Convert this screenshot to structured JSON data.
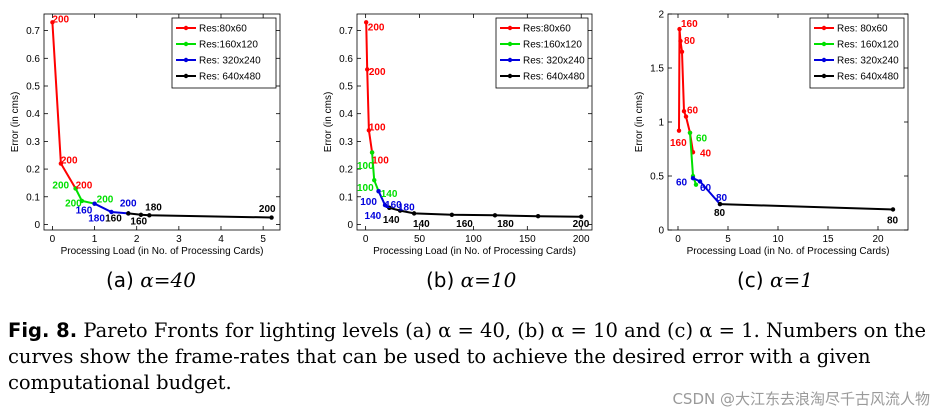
{
  "chart_data": [
    {
      "type": "line",
      "subcaption_label": "(a)",
      "subcaption_value": "α=40",
      "xlabel": "Processing Load (in No. of Processing Cards)",
      "ylabel": "Error (in cms)",
      "xlim": [
        -0.2,
        5.4
      ],
      "ylim": [
        -0.02,
        0.76
      ],
      "xticks": [
        "0",
        "1",
        "2",
        "3",
        "4",
        "5"
      ],
      "xtick_values": [
        0,
        1,
        2,
        3,
        4,
        5
      ],
      "yticks": [
        "0",
        "0.1",
        "0.2",
        "0.3",
        "0.4",
        "0.5",
        "0.6",
        "0.7"
      ],
      "ytick_values": [
        0,
        0.1,
        0.2,
        0.3,
        0.4,
        0.5,
        0.6,
        0.7
      ],
      "legend_position": "top-right",
      "series": [
        {
          "name": "Res:80x60",
          "color": "#ff0000",
          "x": [
            0.0,
            0.2,
            0.55
          ],
          "y": [
            0.73,
            0.22,
            0.13
          ]
        },
        {
          "name": "Res:160x120",
          "color": "#00e000",
          "x": [
            0.55,
            0.7,
            1.0
          ],
          "y": [
            0.13,
            0.085,
            0.075
          ]
        },
        {
          "name": "Res: 320x240",
          "color": "#0000dd",
          "x": [
            1.0,
            1.4,
            1.8
          ],
          "y": [
            0.075,
            0.045,
            0.04
          ]
        },
        {
          "name": "Res: 640x480",
          "color": "#000000",
          "x": [
            1.8,
            2.1,
            2.3,
            5.2
          ],
          "y": [
            0.04,
            0.035,
            0.033,
            0.025
          ]
        }
      ],
      "annotations": [
        {
          "text": "200",
          "x": 0.0,
          "y": 0.73,
          "color": "#ff0000"
        },
        {
          "text": "200",
          "x": 0.2,
          "y": 0.22,
          "color": "#ff0000"
        },
        {
          "text": "200",
          "x": 0.55,
          "y": 0.13,
          "color": "#ff0000"
        },
        {
          "text": "200",
          "x": 0.0,
          "y": 0.13,
          "color": "#00e000"
        },
        {
          "text": "200",
          "x": 0.3,
          "y": 0.065,
          "color": "#00e000"
        },
        {
          "text": "200",
          "x": 1.05,
          "y": 0.08,
          "color": "#00e000"
        },
        {
          "text": "160",
          "x": 0.55,
          "y": 0.04,
          "color": "#0000dd"
        },
        {
          "text": "180",
          "x": 0.85,
          "y": 0.01,
          "color": "#0000dd"
        },
        {
          "text": "200",
          "x": 1.6,
          "y": 0.065,
          "color": "#0000dd"
        },
        {
          "text": "160",
          "x": 1.25,
          "y": 0.01,
          "color": "#000000"
        },
        {
          "text": "160",
          "x": 1.85,
          "y": 0.0,
          "color": "#000000"
        },
        {
          "text": "180",
          "x": 2.2,
          "y": 0.05,
          "color": "#000000"
        },
        {
          "text": "200",
          "x": 4.9,
          "y": 0.045,
          "color": "#000000"
        }
      ]
    },
    {
      "type": "line",
      "subcaption_label": "(b)",
      "subcaption_value": "α=10",
      "xlabel": "Processing Load (in No. of Processing Cards)",
      "ylabel": "Error (in cms)",
      "xlim": [
        -8,
        210
      ],
      "ylim": [
        -0.02,
        0.76
      ],
      "xticks": [
        "0",
        "50",
        "100",
        "150",
        "200"
      ],
      "xtick_values": [
        0,
        50,
        100,
        150,
        200
      ],
      "yticks": [
        "0",
        "0.1",
        "0.2",
        "0.3",
        "0.4",
        "0.5",
        "0.6",
        "0.7"
      ],
      "ytick_values": [
        0,
        0.1,
        0.2,
        0.3,
        0.4,
        0.5,
        0.6,
        0.7
      ],
      "legend_position": "top-right",
      "series": [
        {
          "name": "Res:80x60",
          "color": "#ff0000",
          "x": [
            0.5,
            1.5,
            3,
            6
          ],
          "y": [
            0.73,
            0.56,
            0.34,
            0.26
          ]
        },
        {
          "name": "Res:160x120",
          "color": "#00e000",
          "x": [
            6,
            8,
            12
          ],
          "y": [
            0.26,
            0.16,
            0.12
          ]
        },
        {
          "name": "Res: 320x240",
          "color": "#0000dd",
          "x": [
            12,
            18,
            22
          ],
          "y": [
            0.12,
            0.07,
            0.06
          ]
        },
        {
          "name": "Res: 640x480",
          "color": "#000000",
          "x": [
            22,
            32,
            45,
            80,
            120,
            160,
            200
          ],
          "y": [
            0.06,
            0.05,
            0.04,
            0.035,
            0.033,
            0.03,
            0.028
          ]
        }
      ],
      "annotations": [
        {
          "text": "200",
          "x": 2,
          "y": 0.7,
          "color": "#ff0000"
        },
        {
          "text": "200",
          "x": 3,
          "y": 0.54,
          "color": "#ff0000"
        },
        {
          "text": "100",
          "x": 3,
          "y": 0.34,
          "color": "#ff0000"
        },
        {
          "text": "100",
          "x": 6,
          "y": 0.22,
          "color": "#ff0000"
        },
        {
          "text": "100",
          "x": -8,
          "y": 0.2,
          "color": "#00e000"
        },
        {
          "text": "100",
          "x": -8,
          "y": 0.12,
          "color": "#00e000"
        },
        {
          "text": "140",
          "x": 14,
          "y": 0.1,
          "color": "#00e000"
        },
        {
          "text": "100",
          "x": -5,
          "y": 0.07,
          "color": "#0000dd"
        },
        {
          "text": "160",
          "x": 18,
          "y": 0.06,
          "color": "#0000dd"
        },
        {
          "text": "180",
          "x": 30,
          "y": 0.05,
          "color": "#0000dd"
        },
        {
          "text": "140",
          "x": -1,
          "y": 0.02,
          "color": "#0000dd"
        },
        {
          "text": "140",
          "x": 16,
          "y": 0.005,
          "color": "#000000"
        },
        {
          "text": "140",
          "x": 44,
          "y": -0.01,
          "color": "#000000"
        },
        {
          "text": "160",
          "x": 84,
          "y": -0.01,
          "color": "#000000"
        },
        {
          "text": "180",
          "x": 122,
          "y": -0.01,
          "color": "#000000"
        },
        {
          "text": "200",
          "x": 192,
          "y": -0.01,
          "color": "#000000"
        }
      ]
    },
    {
      "type": "line",
      "subcaption_label": "(c)",
      "subcaption_value": "α=1",
      "xlabel": "Processing Load (in No. of Processing Cards)",
      "ylabel": "Error (in cms)",
      "xlim": [
        -1,
        23
      ],
      "ylim": [
        0,
        2
      ],
      "xticks": [
        "0",
        "5",
        "10",
        "15",
        "20"
      ],
      "xtick_values": [
        0,
        5,
        10,
        15,
        20
      ],
      "yticks": [
        "0",
        "0.5",
        "1",
        "1.5",
        "2"
      ],
      "ytick_values": [
        0,
        0.5,
        1,
        1.5,
        2
      ],
      "legend_position": "top-right",
      "series": [
        {
          "name": "Res: 80x60",
          "color": "#ff0000",
          "x": [
            0.1,
            0.15,
            0.25,
            0.4,
            0.6,
            0.8,
            1.2,
            1.5
          ],
          "y": [
            0.92,
            1.86,
            1.75,
            1.65,
            1.1,
            1.05,
            0.9,
            0.72
          ]
        },
        {
          "name": "Res: 160x120",
          "color": "#00e000",
          "x": [
            1.2,
            1.5,
            1.8
          ],
          "y": [
            0.9,
            0.5,
            0.42
          ]
        },
        {
          "name": "Res: 320x240",
          "color": "#0000dd",
          "x": [
            1.5,
            2.2,
            4.2
          ],
          "y": [
            0.48,
            0.45,
            0.24
          ]
        },
        {
          "name": "Res: 640x480",
          "color": "#000000",
          "x": [
            4.2,
            21.5
          ],
          "y": [
            0.24,
            0.19
          ]
        }
      ],
      "annotations": [
        {
          "text": "160",
          "x": 0.3,
          "y": 1.88,
          "color": "#ff0000"
        },
        {
          "text": "80",
          "x": 0.6,
          "y": 1.72,
          "color": "#ff0000"
        },
        {
          "text": "60",
          "x": 0.9,
          "y": 1.08,
          "color": "#ff0000"
        },
        {
          "text": "160",
          "x": -0.8,
          "y": 0.78,
          "color": "#ff0000"
        },
        {
          "text": "60",
          "x": 1.8,
          "y": 0.82,
          "color": "#00e000"
        },
        {
          "text": "40",
          "x": 2.2,
          "y": 0.68,
          "color": "#ff0000"
        },
        {
          "text": "60",
          "x": -0.2,
          "y": 0.41,
          "color": "#0000dd"
        },
        {
          "text": "60",
          "x": 2.2,
          "y": 0.36,
          "color": "#0000dd"
        },
        {
          "text": "80",
          "x": 3.8,
          "y": 0.27,
          "color": "#0000dd"
        },
        {
          "text": "80",
          "x": 3.6,
          "y": 0.13,
          "color": "#000000"
        },
        {
          "text": "80",
          "x": 20.9,
          "y": 0.06,
          "color": "#000000"
        }
      ]
    }
  ],
  "caption": {
    "label": "Fig. 8.",
    "text": " Pareto Fronts for lighting levels (a) α = 40, (b) α = 10 and (c) α = 1. Numbers on the curves show the frame-rates that can be used to achieve the desired error with a given computational budget."
  },
  "watermark": "CSDN @大江东去浪淘尽千古风流人物"
}
